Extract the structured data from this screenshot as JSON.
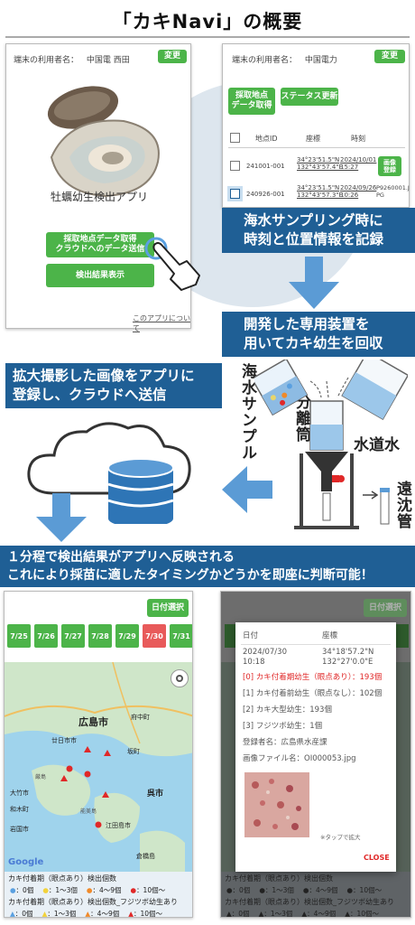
{
  "title": "「カキNavi」の概要",
  "phone1": {
    "user_label": "端末の利用者名：",
    "user_name": "中国電 西田",
    "change_btn": "変更",
    "app_name": "牡蠣幼生検出アプリ",
    "btn_send": "採取地点データ取得\nクラウドへのデータ送信",
    "btn_results": "検出結果表示",
    "about_link": "このアプリについて"
  },
  "phone2": {
    "user_label": "端末の利用者名：",
    "user_name": "中国電力",
    "change_btn": "変更",
    "btn_get": "採取地点\nデータ取得",
    "btn_status": "ステータス更新",
    "col_id": "地点ID",
    "col_coord": "座標",
    "col_time": "時刻",
    "rows": [
      {
        "id": "241001-001",
        "coord": "34°23'51.5\"N\n132°43'57.4\"E",
        "time": "2024/10/01\n15:27",
        "action": "画像\n登録"
      },
      {
        "id": "240926-001",
        "coord": "34°23'51.5\"N\n132°43'57.3\"E",
        "time": "2024/09/26\n10:26",
        "action": "P9260001.J\nPG"
      }
    ]
  },
  "banners": {
    "b1_line1": "海水サンプリング時に",
    "b1_line2": "時刻と位置情報を記録",
    "b2_line1": "開発した専用装置を",
    "b2_line2": "用いてカキ幼生を回収",
    "b3_line1": "拡大撮影した画像をアプリに",
    "b3_line2": "登録し、クラウドへ送信",
    "wide_line1": "１分程で検出結果がアプリへ反映される",
    "wide_line2": "これにより採苗に適したタイミングかどうかを即座に判断可能！"
  },
  "device": {
    "seawater_label": "海水サンプル",
    "separation_label": "分離筒",
    "tapwater_label": "水道水",
    "centrifuge_label": "遠沈管"
  },
  "phone3": {
    "date_btn": "日付選択",
    "dates": [
      "7/25",
      "7/26",
      "7/27",
      "7/28",
      "7/29",
      "7/30",
      "7/31"
    ],
    "selected_date": "7/30",
    "map_labels": [
      "広島市",
      "廿日市市",
      "府中町",
      "坂町",
      "呉市",
      "大竹市",
      "和木町",
      "岩国市",
      "江田島市",
      "倉橋島",
      "能美島",
      "厳島"
    ],
    "google": "Google",
    "legend1_title": "カキ付着期（眼点あり）検出個数",
    "legend2_title": "カキ付着期（眼点あり）検出個数_フジツボ幼生あり",
    "legend_items": [
      "：0個",
      "：1～3個",
      "：4～9個",
      "：10個～"
    ],
    "legend_colors": [
      "#5aa0e0",
      "#f2d23a",
      "#f08a2a",
      "#e02828"
    ]
  },
  "phone4": {
    "date_btn": "日付選択",
    "col_date": "日付",
    "col_coord": "座標",
    "date_value": "2024/07/30\n10:18",
    "coord_value": "34°18'57.2\"N\n132°27'0.0\"E",
    "line0": "[0] カキ付着期幼生（眼点あり）：193個",
    "line1": "[1] カキ付着前幼生（眼点なし）：102個",
    "line2": "[2] カキ大型幼生：193個",
    "line3": "[3] フジツボ幼生：1個",
    "sender": "登録者名：広島県水産課",
    "filename": "画像ファイル名：OI000053.jpg",
    "zoom_hint": "※タップで拡大",
    "close": "CLOSE",
    "legend1_title": "カキ付着期（眼点あり）検出個数",
    "legend2_title": "カキ付着期（眼点あり）検出個数_フジツボ幼生あり",
    "legend_items": [
      "：0個",
      "：1～3個",
      "：4～9個",
      "：10個～"
    ]
  }
}
